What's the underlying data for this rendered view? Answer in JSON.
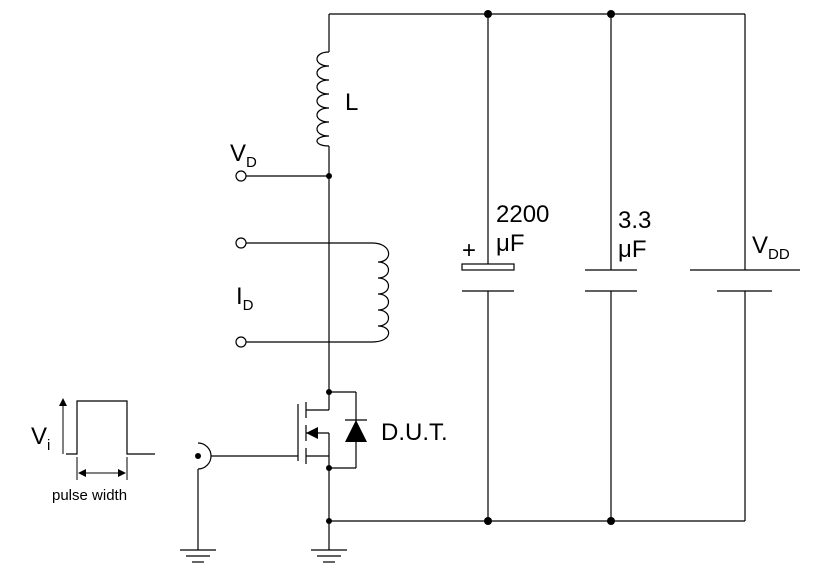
{
  "labels": {
    "inductor": "L",
    "vd_main": "V",
    "vd_sub": "D",
    "id_main": "I",
    "id_sub": "D",
    "cap1_value": "2200",
    "cap1_unit": "μF",
    "cap1_polarity": "+",
    "cap2_value": "3.3",
    "cap2_unit": "μF",
    "vdd_main": "V",
    "vdd_sub": "DD",
    "dut": "D.U.T.",
    "vi_main": "V",
    "vi_sub": "i",
    "pulse_width": "pulse width"
  }
}
